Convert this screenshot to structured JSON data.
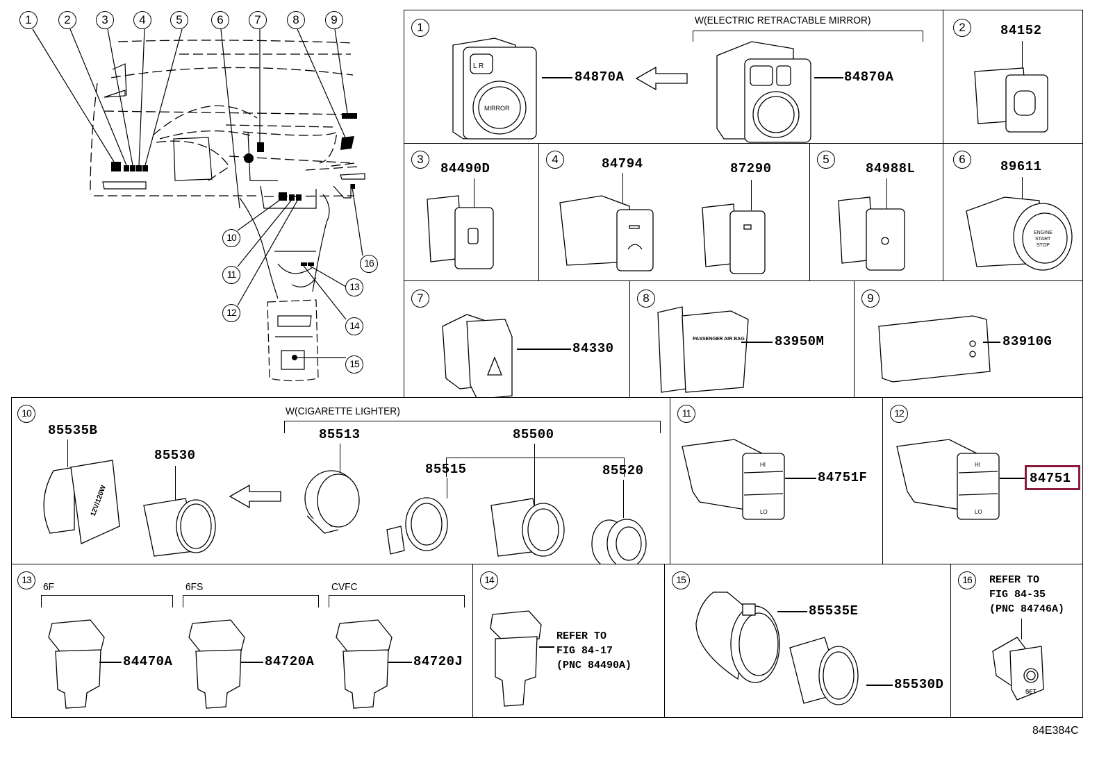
{
  "figure_id": "84E384C",
  "overview": {
    "callouts": [
      "1",
      "2",
      "3",
      "4",
      "5",
      "6",
      "7",
      "8",
      "9",
      "10",
      "11",
      "12",
      "13",
      "14",
      "15",
      "16"
    ]
  },
  "cells": {
    "c1": {
      "num": "1",
      "condition": "W(ELECTRIC RETRACTABLE MIRROR)",
      "parts": [
        "84870A",
        "84870A"
      ],
      "labels": {
        "switch_lr": "L  R",
        "mirror": "MIRROR"
      }
    },
    "c2": {
      "num": "2",
      "parts": [
        "84152"
      ]
    },
    "c3": {
      "num": "3",
      "parts": [
        "84490D"
      ]
    },
    "c4": {
      "num": "4",
      "parts": [
        "84794",
        "87290"
      ]
    },
    "c5": {
      "num": "5",
      "parts": [
        "84988L"
      ]
    },
    "c6": {
      "num": "6",
      "parts": [
        "89611"
      ],
      "labels": {
        "button": "ENGINE START STOP"
      }
    },
    "c7": {
      "num": "7",
      "parts": [
        "84330"
      ]
    },
    "c8": {
      "num": "8",
      "parts": [
        "83950M"
      ],
      "labels": {
        "face": "PASSENGER AIR BAG"
      }
    },
    "c9": {
      "num": "9",
      "parts": [
        "83910G"
      ]
    },
    "c10": {
      "num": "10",
      "condition": "W(CIGARETTE LIGHTER)",
      "parts": [
        "85535B",
        "85530",
        "85513",
        "85500",
        "85515",
        "85520"
      ],
      "labels": {
        "cap": "12V/120W"
      }
    },
    "c11": {
      "num": "11",
      "parts": [
        "84751F"
      ],
      "labels": {
        "hi": "HI",
        "lo": "LO"
      }
    },
    "c12": {
      "num": "12",
      "parts": [
        "84751"
      ],
      "labels": {
        "hi": "HI",
        "lo": "LO"
      },
      "highlight_color": "#8b1a3a"
    },
    "c13": {
      "num": "13",
      "groups": [
        {
          "label": "6F",
          "part": "84470A"
        },
        {
          "label": "6FS",
          "part": "84720A"
        },
        {
          "label": "CVFC",
          "part": "84720J"
        }
      ]
    },
    "c14": {
      "num": "14",
      "refer": "REFER TO\nFIG 84-17\n(PNC 84490A)"
    },
    "c15": {
      "num": "15",
      "parts": [
        "85535E",
        "85530D"
      ]
    },
    "c16": {
      "num": "16",
      "refer": "REFER TO\nFIG 84-35\n(PNC 84746A)",
      "labels": {
        "set": "SET"
      }
    }
  }
}
